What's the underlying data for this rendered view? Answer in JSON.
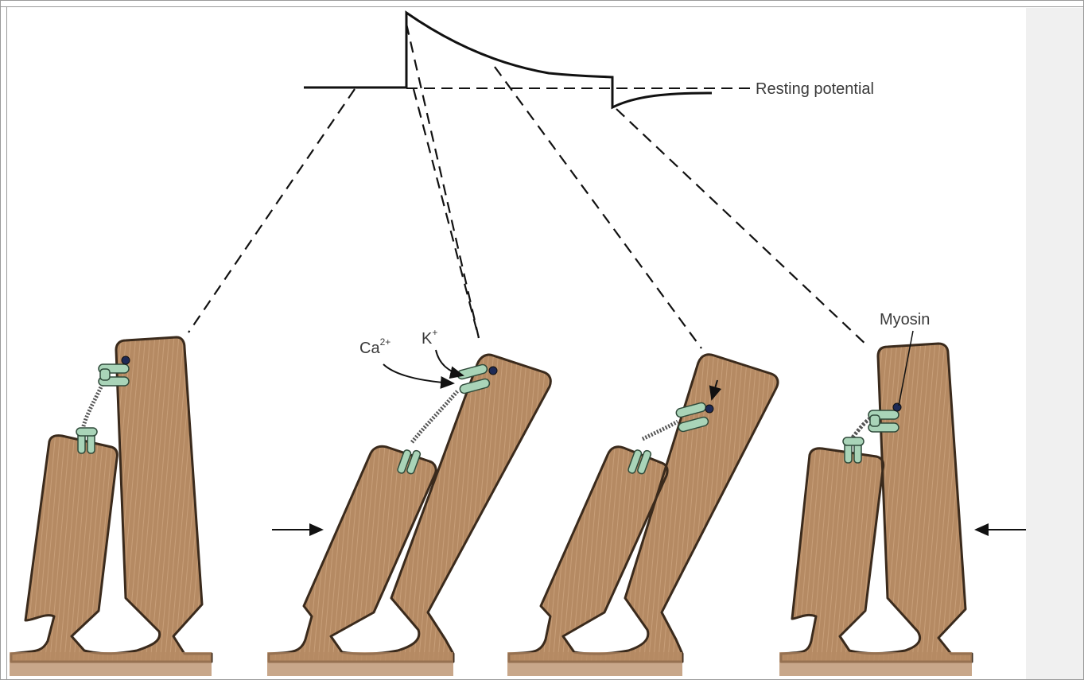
{
  "labels": {
    "resting_potential": "Resting potential",
    "myosin": "Myosin",
    "calcium_base": "Ca",
    "calcium_charge": "2+",
    "potassium_base": "K",
    "potassium_charge": "+"
  },
  "colors": {
    "stereocilium_fill": "#b58a63",
    "stereocilium_outline": "#3a2a1c",
    "channel_fill": "#a9d4b8",
    "channel_outline": "#2f4a3a",
    "myosin_dot": "#1e2a55",
    "trace": "#111111",
    "sidebar": "#f0f0f0"
  },
  "icons": {
    "arrow_left": "arrow-right-icon",
    "arrow_right": "arrow-left-icon"
  }
}
